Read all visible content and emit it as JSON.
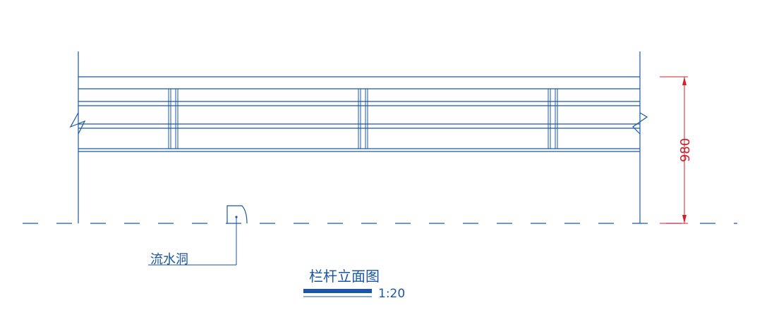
{
  "drawing": {
    "dimension_value": "980",
    "drain_label": "流水洞",
    "title": "栏杆立面图",
    "scale": "1:20"
  },
  "colors": {
    "linework": "#1a56a6",
    "dimension": "#d0202a",
    "background": "#ffffff"
  }
}
